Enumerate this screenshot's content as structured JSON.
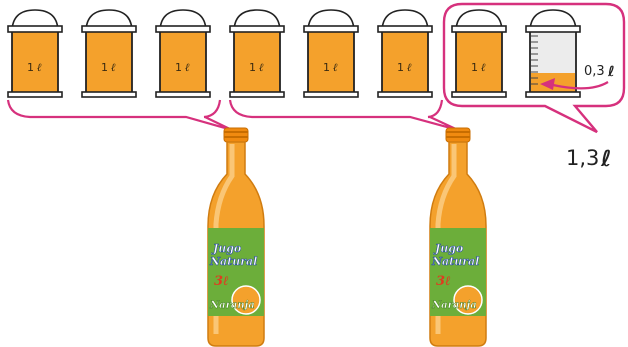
{
  "buckets": [
    {
      "label": "1",
      "unit": "ℓ",
      "fill_fraction": 1
    },
    {
      "label": "1",
      "unit": "ℓ",
      "fill_fraction": 1
    },
    {
      "label": "1",
      "unit": "ℓ",
      "fill_fraction": 1
    },
    {
      "label": "1",
      "unit": "ℓ",
      "fill_fraction": 1
    },
    {
      "label": "1",
      "unit": "ℓ",
      "fill_fraction": 1
    },
    {
      "label": "1",
      "unit": "ℓ",
      "fill_fraction": 1
    },
    {
      "label": "1",
      "unit": "ℓ",
      "fill_fraction": 1
    },
    {
      "label": "",
      "unit": "",
      "fill_fraction": 0.3
    }
  ],
  "partial_bucket": {
    "value": "0,3",
    "unit": "ℓ"
  },
  "total": {
    "value": "1,3",
    "unit": "ℓ"
  },
  "bottles": [
    {
      "line1": "Jugo",
      "line2": "Natural",
      "volume": "3ℓ",
      "flavor": "Naranja"
    },
    {
      "line1": "Jugo",
      "line2": "Natural",
      "volume": "3ℓ",
      "flavor": "Naranja"
    }
  ],
  "colors": {
    "juice": "#f4a12c",
    "juice_dark": "#e08a12",
    "bracket": "#d6317d",
    "bucket_outline": "#222222",
    "label_green": "#6cae3a",
    "label_blue": "#2b4fa0"
  }
}
